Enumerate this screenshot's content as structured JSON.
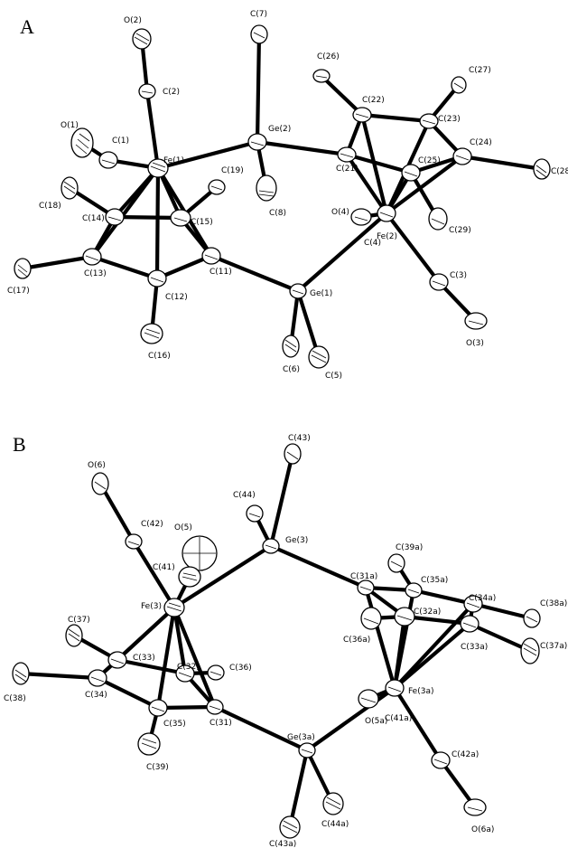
{
  "panels": [
    {
      "letter": "A",
      "atoms": [
        {
          "label": "O(2)"
        },
        {
          "label": "C(7)"
        },
        {
          "label": "C(26)"
        },
        {
          "label": "C(27)"
        },
        {
          "label": "C(2)"
        },
        {
          "label": "C(22)"
        },
        {
          "label": "C(23)"
        },
        {
          "label": "O(1)"
        },
        {
          "label": "C(1)"
        },
        {
          "label": "Fe(1)"
        },
        {
          "label": "Ge(2)"
        },
        {
          "label": "C(24)"
        },
        {
          "label": "C(21)"
        },
        {
          "label": "C(25)"
        },
        {
          "label": "C(28)"
        },
        {
          "label": "C(19)"
        },
        {
          "label": "C(18)"
        },
        {
          "label": "C(14)"
        },
        {
          "label": "C(15)"
        },
        {
          "label": "C(8)"
        },
        {
          "label": "O(4)"
        },
        {
          "label": "Fe(2)"
        },
        {
          "label": "C(29)"
        },
        {
          "label": "C(4)"
        },
        {
          "label": "C(13)"
        },
        {
          "label": "C(11)"
        },
        {
          "label": "C(17)"
        },
        {
          "label": "C(12)"
        },
        {
          "label": "Ge(1)"
        },
        {
          "label": "C(3)"
        },
        {
          "label": "C(16)"
        },
        {
          "label": "O(3)"
        },
        {
          "label": "C(6)"
        },
        {
          "label": "C(5)"
        }
      ]
    },
    {
      "letter": "B",
      "atoms": [
        {
          "label": "C(43)"
        },
        {
          "label": "O(6)"
        },
        {
          "label": "C(44)"
        },
        {
          "label": "C(42)"
        },
        {
          "label": "Ge(3)"
        },
        {
          "label": "O(5)"
        },
        {
          "label": "C(41)"
        },
        {
          "label": "C(39a)"
        },
        {
          "label": "C(31a)"
        },
        {
          "label": "C(35a)"
        },
        {
          "label": "Fe(3)"
        },
        {
          "label": "C(34a)"
        },
        {
          "label": "C(38a)"
        },
        {
          "label": "C(32a)"
        },
        {
          "label": "C(37)"
        },
        {
          "label": "C(36a)"
        },
        {
          "label": "C(33a)"
        },
        {
          "label": "C(37a)"
        },
        {
          "label": "C(33)"
        },
        {
          "label": "C(36)"
        },
        {
          "label": "C(32)"
        },
        {
          "label": "C(38)"
        },
        {
          "label": "C(34)"
        },
        {
          "label": "Fe(3a)"
        },
        {
          "label": "C(41a)"
        },
        {
          "label": "C(35)"
        },
        {
          "label": "C(31)"
        },
        {
          "label": "O(5a)"
        },
        {
          "label": "Ge(3a)"
        },
        {
          "label": "C(42a)"
        },
        {
          "label": "C(39)"
        },
        {
          "label": "C(44a)"
        },
        {
          "label": "O(6a)"
        },
        {
          "label": "C(43a)"
        }
      ]
    }
  ]
}
